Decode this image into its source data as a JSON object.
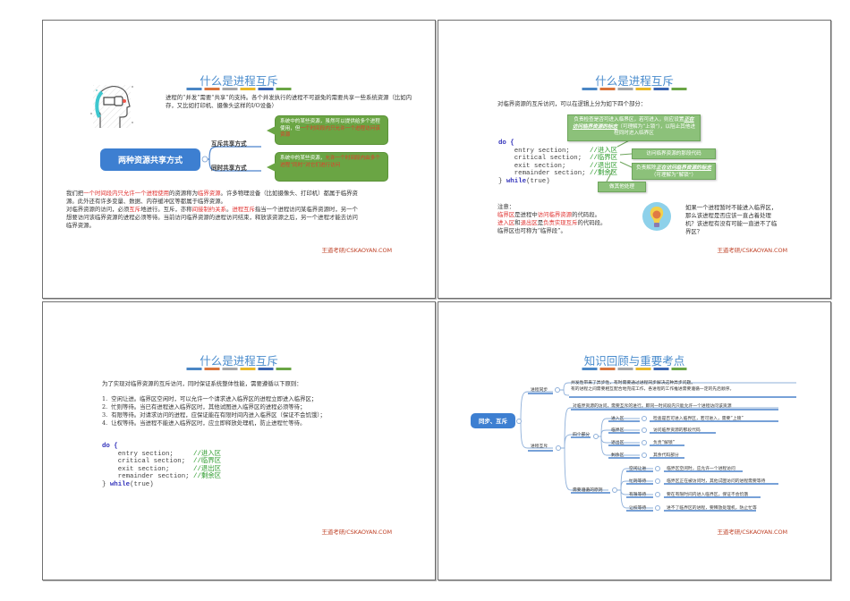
{
  "colors": {
    "title": "#4a8ccd",
    "highlight": "#e0312f",
    "bubble_green": "#6aa544",
    "box_green": "#8cc17a",
    "root_blue": "#3d7fd1",
    "footer": "#c0442a",
    "colorbar": [
      "#4a86c5",
      "#d9733a",
      "#a6a6a6",
      "#e8b828",
      "#3a64b0",
      "#6aa544"
    ]
  },
  "slides": [
    {
      "title": "什么是进程互斥",
      "intro": "进程的“并发”需要“共享”的支持。各个并发执行的进程不可避免的需要共享一些系统资源（比如内存，又比如打印机、摄像头这样的I/O设备）",
      "diagram": {
        "root": "两种资源共享方式",
        "branch_mutex": "互斥共享方式",
        "branch_simul": "同时共享方式",
        "bubble_mutex_plain": "系统中的某些资源，虽然可以提供给多个进程使用，但",
        "bubble_mutex_red": "一个时间段内只允许一个进程访问该资源",
        "bubble_simul_plain": "系统中的某些资源，",
        "bubble_simul_red": "允许一个时间段内由多个进程“同时”对它们进行访问"
      },
      "body": {
        "p1_a": "我们把",
        "p1_red1": "一个时间段内只允许一个进程使用",
        "p1_b": "的资源称为",
        "p1_red2": "临界资源",
        "p1_c": "。许多物理设备（比如摄像头、打印机）都属于临界资源。此外还有许多变量、数据、内存缓冲区等都属于临界资源。",
        "p2_a": "对临界资源的访问，必须",
        "p2_red1": "互斥",
        "p2_b": "地进行。互斥，亦称",
        "p2_red2": "间接制约关系",
        "p2_c": "。",
        "p2_red3": "进程互斥",
        "p2_d": "指当一个进程访问某临界资源时，另一个想要访问该临界资源的进程必须等待。当前访问临界资源的进程访问结束，释放该资源之后，另一个进程才能去访问临界资源。"
      },
      "footer": "王道考研/CSKAOYAN.COM"
    },
    {
      "title": "什么是进程互斥",
      "intro": "对临界资源的互斥访问，可以在逻辑上分为如下四个部分：",
      "code": {
        "do": "do {",
        "lines": [
          {
            "code": "    entry section;     ",
            "comment": "//进入区"
          },
          {
            "code": "    critical section;  ",
            "comment": "//临界区"
          },
          {
            "code": "    exit section;      ",
            "comment": "//退出区"
          },
          {
            "code": "    remainder section; ",
            "comment": "//剩余区"
          }
        ],
        "end_brace": "} ",
        "while_kw": "while",
        "while_cond": "(true)"
      },
      "callouts": {
        "entry_a": "负责检查是否可进入临界区，若可进入，则应设置",
        "entry_em": "正在访问临界资源的标志",
        "entry_b": "（可理解为“上锁”），以阻止其他进程同时进入临界区",
        "critical": "访问临界资源的那段代码",
        "exit_a": "负责解除",
        "exit_em": "正在访问临界资源的标志",
        "exit_b": "（可理解为“解锁”）",
        "remainder": "做其他处理"
      },
      "note": {
        "label": "注意：",
        "l1_red": "临界区",
        "l1_a": "是进程中",
        "l1_red2": "访问临界资源",
        "l1_b": "的代码段。",
        "l2_red": "进入区",
        "l2_a": "和",
        "l2_red2": "退出区",
        "l2_b": "是",
        "l2_red3": "负责实现互斥",
        "l2_c": "的代码段。",
        "l3": "临界区也可称为“临界段”。"
      },
      "question": "如果一个进程暂时不能进入临界区，那么该进程是否应该一直占着处理机？该进程有没有可能一直进不了临界区？",
      "footer": "王道考研/CSKAOYAN.COM"
    },
    {
      "title": "什么是进程互斥",
      "intro": "为了实现对临界资源的互斥访问，同时保证系统整体性能，需要遵循以下原则：",
      "principles": [
        {
          "num": "1.",
          "text": "空闲让进。临界区空闲时，可以允许一个请求进入临界区的进程立即进入临界区；"
        },
        {
          "num": "2.",
          "text": "忙则等待。当已有进程进入临界区时，其他试图进入临界区的进程必须等待；"
        },
        {
          "num": "3.",
          "text": "有限等待。对请求访问的进程，应保证能在有限时间内进入临界区（保证不会饥饿）；"
        },
        {
          "num": "4.",
          "text": "让权等待。当进程不能进入临界区时，应立即释放处理机，防止进程忙等待。"
        }
      ],
      "code": {
        "do": "do {",
        "lines": [
          {
            "code": "    entry section;     ",
            "comment": "//进入区"
          },
          {
            "code": "    critical section;  ",
            "comment": "//临界区"
          },
          {
            "code": "    exit section;      ",
            "comment": "//退出区"
          },
          {
            "code": "    remainder section; ",
            "comment": "//剩余区"
          }
        ],
        "end_brace": "} ",
        "while_kw": "while",
        "while_cond": "(true)"
      },
      "footer": "王道考研/CSKAOYAN.COM"
    },
    {
      "title": "知识回顾与重要考点",
      "mindmap": {
        "root": "同步、互斥",
        "sync": {
          "label": "进程同步",
          "desc1": "并发性带来了异步性，有时需要通过进程同步解决这种异步问题。",
          "desc2": "有的进程之间需要相互配合地完成工作，各进程的工作推进需要遵循一定的先后顺序。"
        },
        "mutex": {
          "label": "进程互斥",
          "desc": "对临界资源的访问，需要互斥的进行。即同一时间段内只能允许一个进程访问该资源",
          "four_parts": {
            "label": "四个部分",
            "items": [
              {
                "name": "进入区",
                "desc": "检查是否可进入临界区，若可进入，需要“上锁”"
              },
              {
                "name": "临界区",
                "desc": "访问临界资源的那段代码"
              },
              {
                "name": "退出区",
                "desc": "负责“解锁”"
              },
              {
                "name": "剩余区",
                "desc": "其余代码部分"
              }
            ]
          },
          "principles": {
            "label": "需要遵循的原则",
            "items": [
              {
                "name": "空闲让进",
                "desc": "临界区空闲时，应允许一个进程访问"
              },
              {
                "name": "忙则等待",
                "desc": "临界区正在被访问时，其他试图访问的进程需要等待"
              },
              {
                "name": "有限等待",
                "desc": "要在有限时间内进入临界区，保证不会饥饿"
              },
              {
                "name": "让权等待",
                "desc": "进不了临界区的进程，要释放处理机，防止忙等"
              }
            ]
          }
        }
      },
      "footer": "王道考研/CSKAOYAN.COM"
    }
  ]
}
